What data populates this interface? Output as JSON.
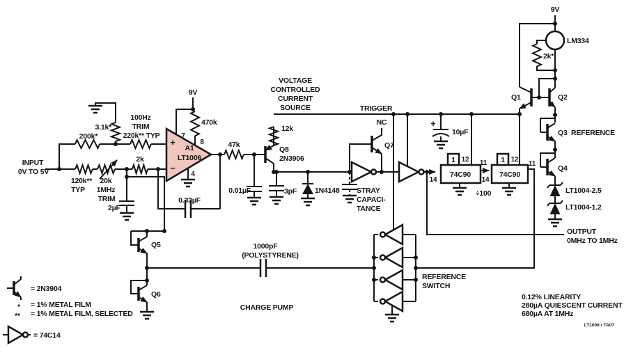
{
  "colors": {
    "background": "#ffffff",
    "line": "#151515",
    "opamp_fill": "#f1c7bd",
    "text": "#151515"
  },
  "labels": {
    "input": {
      "l1": "INPUT",
      "l2": "0V TO 5V"
    },
    "v9": "9V",
    "resistors": {
      "r120k": "120k**",
      "typ": "TYP",
      "r20k": "20k",
      "r20k_l2": "1MHz",
      "r20k_l3": "TRIM",
      "r200k": "200k*",
      "r3k1": "3.1k*",
      "trim100_l1": "100Hz",
      "trim100_l2": "TRIM",
      "r220k": "220k** TYP",
      "r2k": "2k",
      "r470k": "470k",
      "r47k": "47k",
      "r12k": "12k",
      "r2k_star": "2k*"
    },
    "caps": {
      "c2uf": "2µF",
      "c033": "0.33µF",
      "c001": "0.01µF",
      "c3pf": "3pF",
      "c10uf": "10µF",
      "c10uf_plus": "+",
      "c1000": "1000pF",
      "c1000_note": "(POLYSTYRENE)"
    },
    "opamp": {
      "plus": "+",
      "minus": "−",
      "name": "A1",
      "part": "LT1006",
      "pin7": "7",
      "pin8": "8",
      "pin4": "4"
    },
    "vccs": {
      "l1": "VOLTAGE",
      "l2": "CONTROLLED",
      "l3": "CURRENT",
      "l4": "SOURCE"
    },
    "trigger": "TRIGGER",
    "semis": {
      "q8": "Q8",
      "q8_part": "2N3906",
      "d1": "1N4148",
      "q7": "Q7",
      "nc": "NC",
      "q5": "Q5",
      "q6": "Q6",
      "q1": "Q1",
      "q2": "Q2",
      "q3": "Q3",
      "q4": "Q4",
      "lm334": "LM334",
      "z1": "LT1004-2.5",
      "z2": "LT1004-1.2"
    },
    "stray": {
      "l1": "STRAY",
      "l2": "CAPACI-",
      "l3": "TANCE"
    },
    "counters": {
      "part": "74C90",
      "pin1": "1",
      "pin12": "12",
      "pin14": "14",
      "pin11": "11",
      "divide": "÷100"
    },
    "reference": "REFERENCE",
    "refswitch": {
      "l1": "REFERENCE",
      "l2": "SWITCH"
    },
    "output": {
      "l1": "OUTPUT",
      "l2": "0MHz TO 1MHz"
    },
    "chargepump": "CHARGE PUMP",
    "legend": {
      "t1": "= 2N3904",
      "star": "*",
      "t2": "= 1% METAL FILM",
      "dstar": "**",
      "t3": "= 1% METAL FILM, SELECTED",
      "t4": "= 74C14"
    },
    "notes": {
      "l1": "0.12% LINEARITY",
      "l2": "280µA QUIESCENT CURRENT",
      "l3": "680µA AT 1MHz"
    },
    "docid": "LT1006 • TA07"
  }
}
